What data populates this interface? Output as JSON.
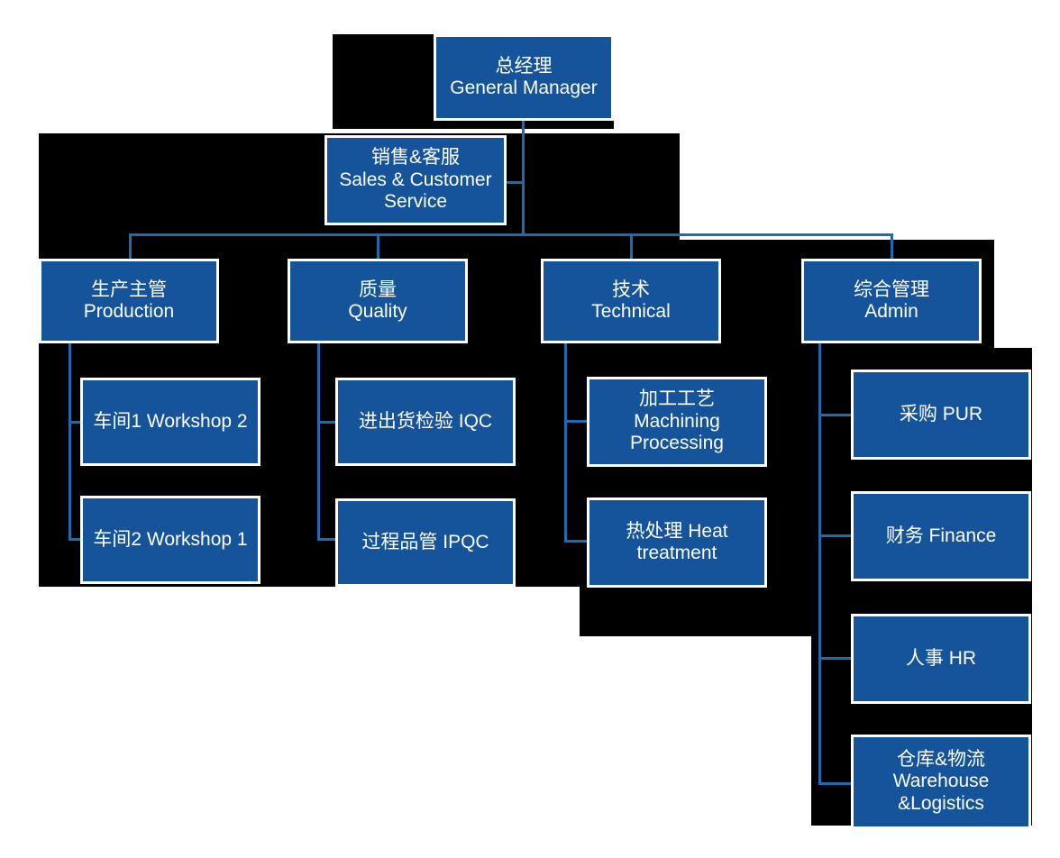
{
  "chart": {
    "type": "org-chart",
    "title": "Company Organizational Chart",
    "theme": {
      "box_fill": "#15539A",
      "box_border": "#FFFFFF",
      "text_color": "#FFFFFF",
      "connector_color": "#1F6AB0",
      "backdrop_color": "#000000",
      "page_background": "#FFFFFF"
    },
    "nodes": {
      "general_manager": {
        "cn": "总经理",
        "en": "General Manager"
      },
      "sales_service": {
        "cn": "销售&客服",
        "en": "Sales & Customer Service"
      },
      "production": {
        "cn": "生产主管",
        "en": "Production"
      },
      "quality": {
        "cn": "质量",
        "en": "Quality"
      },
      "technical": {
        "cn": "技术",
        "en": "Technical"
      },
      "admin": {
        "cn": "综合管理",
        "en": "Admin"
      },
      "workshop_a": {
        "cn": "车间1",
        "en": "Workshop 2"
      },
      "workshop_b": {
        "cn": "车间2",
        "en": "Workshop 1"
      },
      "iqc": {
        "cn": "进出货检验",
        "en": "IQC"
      },
      "ipqc": {
        "cn": "过程品管",
        "en": "IPQC"
      },
      "machining": {
        "cn": "加工工艺",
        "en": "Machining Processing"
      },
      "heat_treatment": {
        "cn": "热处理",
        "en": "Heat treatment"
      },
      "purchasing": {
        "cn": "采购",
        "en": "PUR"
      },
      "finance": {
        "cn": "财务",
        "en": "Finance"
      },
      "hr": {
        "cn": "人事",
        "en": "HR"
      },
      "warehouse": {
        "cn": "仓库&物流",
        "en": "Warehouse &Logistics"
      }
    },
    "hierarchy": {
      "root": "general_manager",
      "staff": [
        "sales_service"
      ],
      "level2": [
        "production",
        "quality",
        "technical",
        "admin"
      ],
      "children": {
        "production": [
          "workshop_a",
          "workshop_b"
        ],
        "quality": [
          "iqc",
          "ipqc"
        ],
        "technical": [
          "machining",
          "heat_treatment"
        ],
        "admin": [
          "purchasing",
          "finance",
          "hr",
          "warehouse"
        ]
      }
    }
  }
}
